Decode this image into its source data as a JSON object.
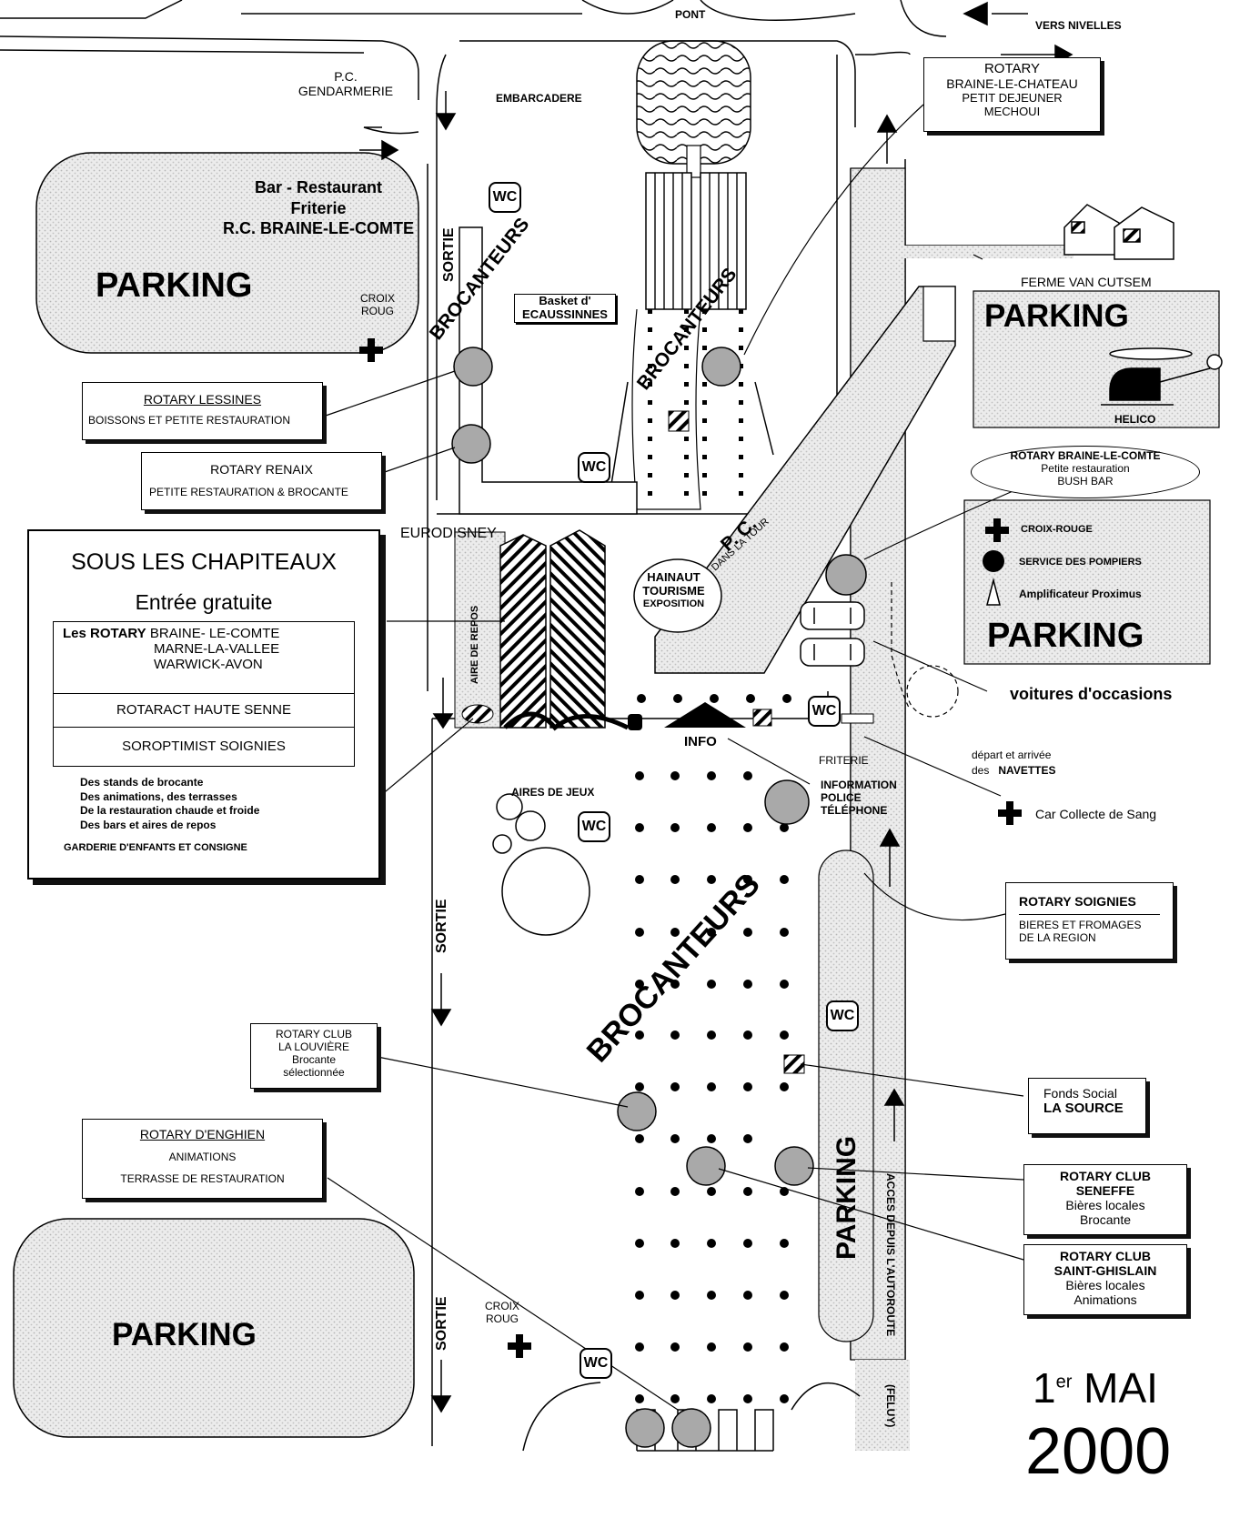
{
  "colors": {
    "ink": "#000000",
    "paper": "#ffffff",
    "stipple": "#e2e2e2",
    "marker": "#a9a9a9"
  },
  "top": {
    "pont": "PONT",
    "vers_nivelles": "VERS NIVELLES",
    "pc_gendarmerie": [
      "P.C.",
      "GENDARMERIE"
    ],
    "embarcadere": "EMBARCADERE"
  },
  "rotary_chateau": [
    "ROTARY",
    "BRAINE-LE-CHATEAU",
    "PETIT DEJEUNER",
    "MECHOUI"
  ],
  "bar_restaurant": [
    "Bar - Restaurant",
    "Friterie",
    "R.C. BRAINE-LE-COMTE"
  ],
  "parking": "PARKING",
  "croix_roug": [
    "CROIX",
    "ROUG"
  ],
  "sortie": "SORTIE",
  "wc": "WC",
  "brocanteurs": "BROCANTEURS",
  "basket": [
    "Basket d'",
    "ECAUSSINNES"
  ],
  "rotary_lessines": [
    "ROTARY  LESSINES",
    "BOISSONS ET PETITE RESTAURATION"
  ],
  "rotary_renaix": [
    "ROTARY  RENAIX",
    "PETITE RESTAURATION & BROCANTE"
  ],
  "ferme": "FERME VAN CUTSEM",
  "helico": "HELICO",
  "rotary_blc": [
    "ROTARY BRAINE-LE-COMTE",
    "Petite restauration",
    "BUSH BAR"
  ],
  "legend": {
    "croix_rouge": "CROIX-ROUGE",
    "pompiers": "SERVICE DES POMPIERS",
    "proximus": "Amplificateur Proximus"
  },
  "pc_tour": [
    "P. C.",
    "DANS LA TOUR"
  ],
  "eurodisney": "EURODISNEY",
  "hainaut": [
    "HAINAUT",
    "TOURISME",
    "EXPOSITION"
  ],
  "aire_repos": "AIRE DE REPOS",
  "chapiteaux": {
    "title": "SOUS LES CHAPITEAUX",
    "entree": "Entrée gratuite",
    "rotary_prefix": "Les ROTARY",
    "rotary_cities": [
      "BRAINE- LE-COMTE",
      "MARNE-LA-VALLEE",
      "WARWICK-AVON"
    ],
    "rotaract": "ROTARACT HAUTE SENNE",
    "soroptimist": "SOROPTIMIST SOIGNIES",
    "activities": [
      "Des stands de brocante",
      "Des animations, des terrasses",
      "De la restauration chaude et froide",
      "Des bars et aires de repos"
    ],
    "garderie": "GARDERIE D'ENFANTS ET CONSIGNE"
  },
  "voitures": "voitures d'occasions",
  "navettes": [
    "départ  et  arrivée",
    "des",
    "NAVETTES"
  ],
  "info": "INFO",
  "friterie": "FRITERIE",
  "information": [
    "INFORMATION",
    "POLICE",
    "TÉLÉPHONE"
  ],
  "car_collecte": "Car Collecte de Sang",
  "aires_jeux": "AIRES DE JEUX",
  "rotary_soignies": [
    "ROTARY  SOIGNIES",
    "BIERES ET FROMAGES",
    "DE LA REGION"
  ],
  "rotary_louviere": [
    "ROTARY CLUB",
    "LA LOUVIÈRE",
    "Brocante",
    "sélectionnée"
  ],
  "fonds_social": [
    "Fonds Social",
    "LA SOURCE"
  ],
  "rotary_enghien": [
    "ROTARY D'ENGHIEN",
    "ANIMATIONS",
    "TERRASSE DE RESTAURATION"
  ],
  "rotary_seneffe": [
    "ROTARY CLUB",
    "SENEFFE",
    "Bières locales",
    "Brocante"
  ],
  "rotary_ghislain": [
    "ROTARY CLUB",
    "SAINT-GHISLAIN",
    "Bières locales",
    "Animations"
  ],
  "acces": "ACCES DEPUIS L'AUTOROUTE",
  "feluy": "(FELUY)",
  "date": {
    "day": "1",
    "sup": "er",
    "month": "MAI",
    "year": "2000"
  }
}
